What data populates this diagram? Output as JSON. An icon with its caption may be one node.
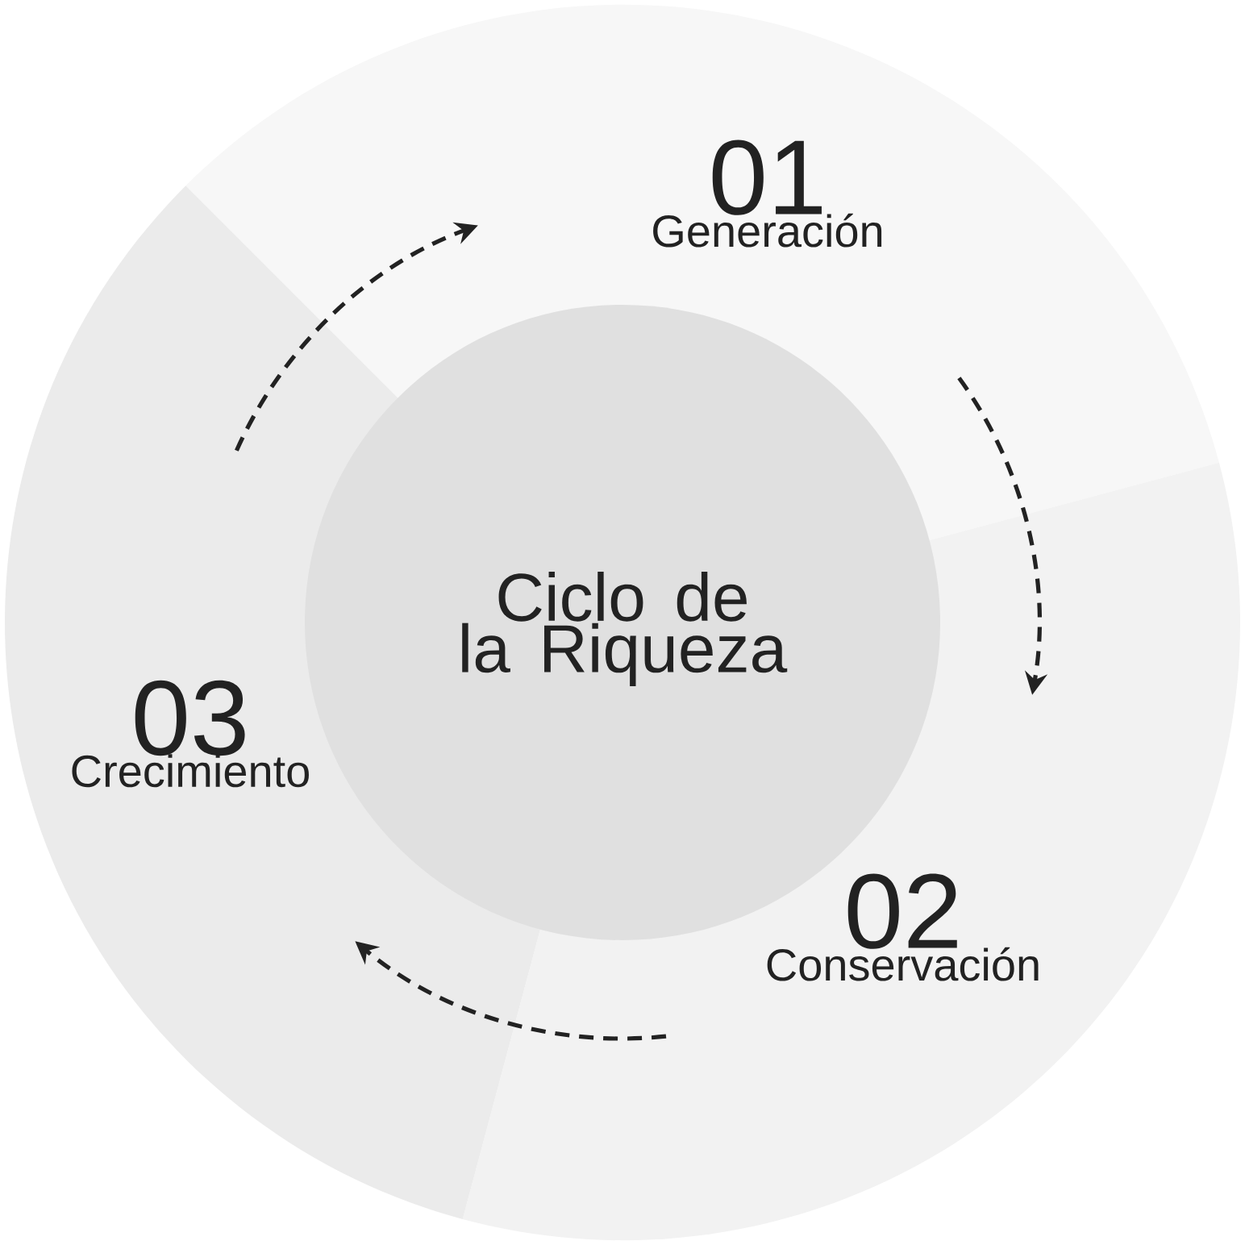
{
  "diagram": {
    "nodes": [
      {
        "text": [
          "01",
          "Generación"
        ]
      },
      {
        "text": [
          "02",
          "Conservación"
        ]
      },
      {
        "text": [
          "03",
          "Crecimiento"
        ]
      },
      {
        "text": [
          "Ciclo de la Riqueza"
        ]
      }
    ],
    "edges": [
      {
        "from": 2,
        "to": 0,
        "arrow": "to",
        "style": "dashed"
      },
      {
        "from": 0,
        "to": 1,
        "arrow": "to",
        "style": "dashed"
      },
      {
        "from": 1,
        "to": 2,
        "arrow": "to",
        "style": "dashed"
      }
    ]
  }
}
